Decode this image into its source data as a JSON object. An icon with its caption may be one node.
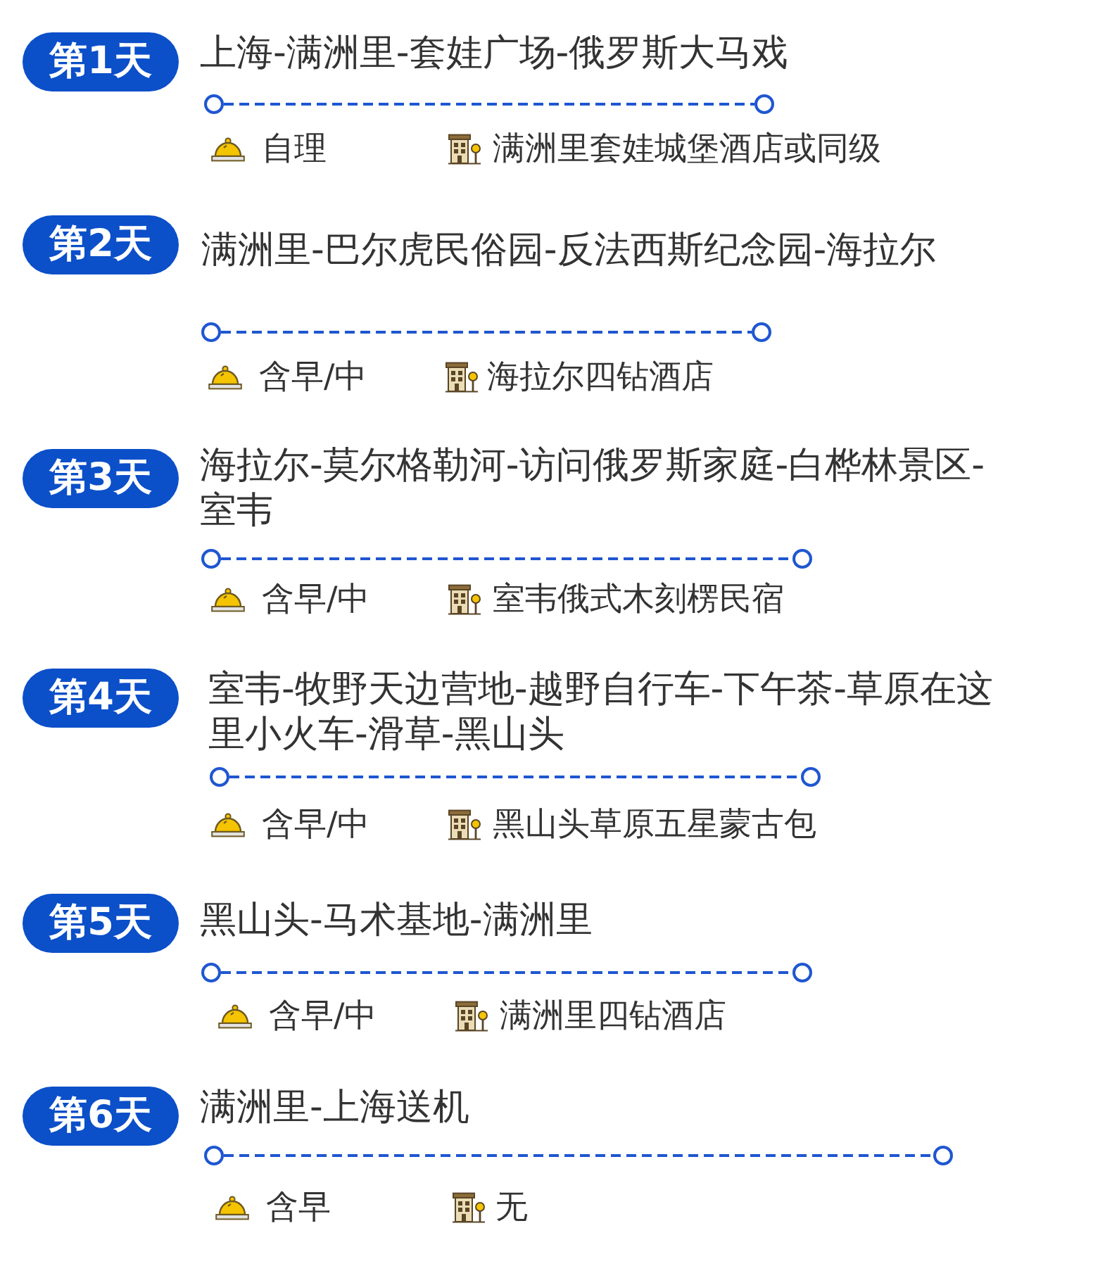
{
  "diagram": {
    "nodes": [
      {
        "text": [
          "第1天"
        ],
        "beside": [
          "上海-满洲里-套娃广场-俄罗斯大马戏",
          "自理",
          "满洲里套娃城堡酒店或同级"
        ]
      },
      {
        "text": [
          "第2天"
        ],
        "beside": [
          "满洲里-巴尔虎民俗园-反法西斯纪念园-海拉尔",
          "含早/中",
          "海拉尔四钻酒店"
        ]
      },
      {
        "text": [
          "第3天"
        ],
        "beside": [
          "海拉尔-莫尔格勒河-访问俄罗斯家庭-白桦林景区-室韦",
          "含早/中",
          "室韦俄式木刻楞民宿"
        ]
      },
      {
        "text": [
          "第4天"
        ],
        "beside": [
          "室韦-牧野天边营地-越野自行车-下午茶-草原在这里小火车-滑草-黑山头",
          "含早/中",
          "黑山头草原五星蒙古包"
        ]
      },
      {
        "text": [
          "第5天"
        ],
        "beside": [
          "黑山头-马术基地-满洲里",
          "含早/中",
          "满洲里四钻酒店"
        ]
      },
      {
        "text": [
          "第6天"
        ],
        "beside": [
          "满洲里-上海送机",
          "含早",
          "无"
        ]
      }
    ]
  }
}
